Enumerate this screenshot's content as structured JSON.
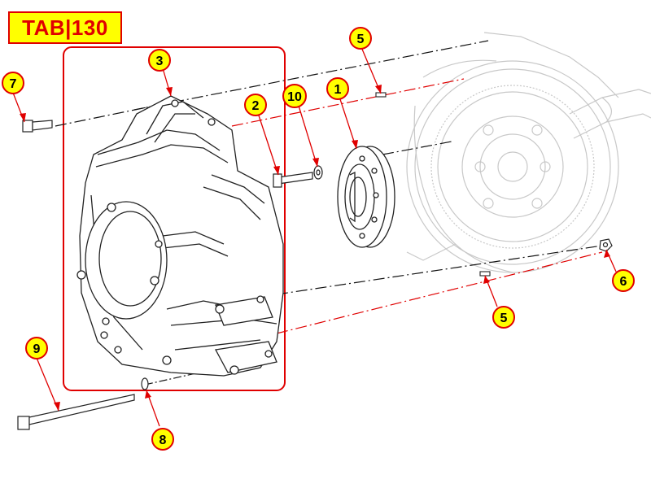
{
  "tab": {
    "label": "TAB|130"
  },
  "callouts": [
    {
      "id": "c7",
      "number": "7"
    },
    {
      "id": "c3",
      "number": "3"
    },
    {
      "id": "c5a",
      "number": "5"
    },
    {
      "id": "c2",
      "number": "2"
    },
    {
      "id": "c10",
      "number": "10"
    },
    {
      "id": "c1",
      "number": "1"
    },
    {
      "id": "c6",
      "number": "6"
    },
    {
      "id": "c5b",
      "number": "5"
    },
    {
      "id": "c9",
      "number": "9"
    },
    {
      "id": "c8",
      "number": "8"
    }
  ],
  "colors": {
    "callout_fill": "#ffff00",
    "callout_stroke": "#e00000",
    "leader": "#e00000",
    "highlight_box": "#e00000",
    "part_line": "#222222",
    "ghost_line": "#c8c8c8"
  }
}
